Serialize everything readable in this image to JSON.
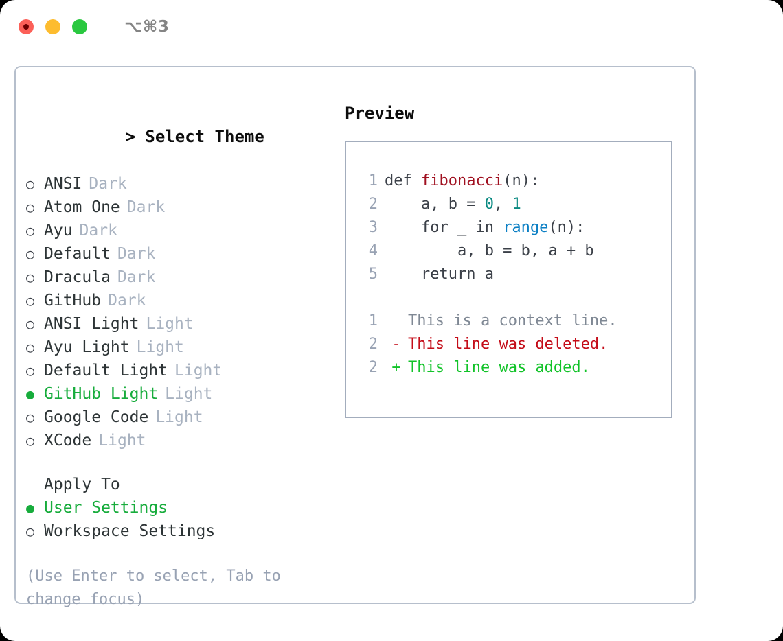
{
  "titlebar": {
    "shortcut": "⌥⌘3",
    "buttons": [
      {
        "name": "close-button",
        "color": "#fc6058"
      },
      {
        "name": "minimize-button",
        "color": "#fdbc2f"
      },
      {
        "name": "maximize-button",
        "color": "#2ac840"
      }
    ]
  },
  "theme_panel": {
    "header": "> Select Theme",
    "caret": ">",
    "header_label": "Select Theme",
    "selected_glyph": "●",
    "unselected_glyph": "○",
    "selected_color": "#17ac3c",
    "items": [
      {
        "label": "ANSI",
        "badge": "Dark",
        "selected": false
      },
      {
        "label": "Atom One",
        "badge": "Dark",
        "selected": false
      },
      {
        "label": "Ayu",
        "badge": "Dark",
        "selected": false
      },
      {
        "label": "Default",
        "badge": "Dark",
        "selected": false
      },
      {
        "label": "Dracula",
        "badge": "Dark",
        "selected": false
      },
      {
        "label": "GitHub",
        "badge": "Dark",
        "selected": false
      },
      {
        "label": "ANSI Light",
        "badge": "Light",
        "selected": false
      },
      {
        "label": "Ayu Light",
        "badge": "Light",
        "selected": false
      },
      {
        "label": "Default Light",
        "badge": "Light",
        "selected": false
      },
      {
        "label": "GitHub Light",
        "badge": "Light",
        "selected": true
      },
      {
        "label": "Google Code",
        "badge": "Light",
        "selected": false
      },
      {
        "label": "XCode",
        "badge": "Light",
        "selected": false
      }
    ]
  },
  "apply_to": {
    "header": "Apply To",
    "items": [
      {
        "label": "User Settings",
        "selected": true
      },
      {
        "label": "Workspace Settings",
        "selected": false
      }
    ]
  },
  "hint": "(Use Enter to select, Tab to change focus)",
  "preview": {
    "title": "Preview",
    "code_lines": [
      {
        "no": "1",
        "segments": [
          {
            "text": "def ",
            "type": "plain"
          },
          {
            "text": "fibonacci",
            "type": "fn"
          },
          {
            "text": "(n):",
            "type": "plain"
          }
        ]
      },
      {
        "no": "2",
        "segments": [
          {
            "text": "    a, b = ",
            "type": "plain"
          },
          {
            "text": "0",
            "type": "num"
          },
          {
            "text": ", ",
            "type": "plain"
          },
          {
            "text": "1",
            "type": "num"
          }
        ]
      },
      {
        "no": "3",
        "segments": [
          {
            "text": "    for _ in ",
            "type": "plain"
          },
          {
            "text": "range",
            "type": "call"
          },
          {
            "text": "(n):",
            "type": "plain"
          }
        ]
      },
      {
        "no": "4",
        "segments": [
          {
            "text": "        a, b = b, a + b",
            "type": "plain"
          }
        ]
      },
      {
        "no": "5",
        "segments": [
          {
            "text": "    return a",
            "type": "plain"
          }
        ]
      }
    ],
    "diff_lines": [
      {
        "no": "1",
        "mark": " ",
        "text": "This is a context line.",
        "kind": "ctx"
      },
      {
        "no": "2",
        "mark": "-",
        "text": "This line was deleted.",
        "kind": "del"
      },
      {
        "no": "2",
        "mark": "+",
        "text": "This line was added.",
        "kind": "add"
      }
    ]
  }
}
